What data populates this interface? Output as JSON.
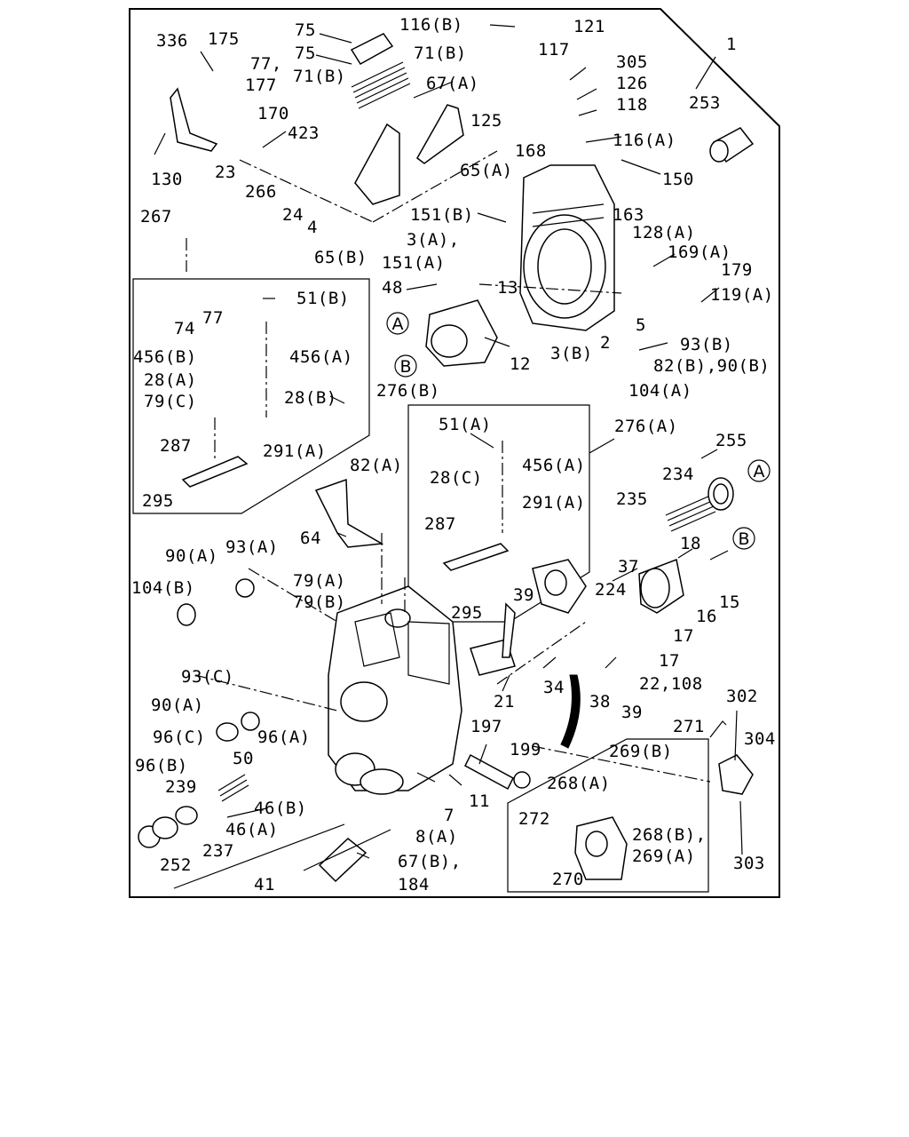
{
  "diagram": {
    "labels": {
      "l1": "1",
      "l336": "336",
      "l175": "175",
      "l177a": "177",
      "l77a": "77,",
      "l75a": "75",
      "l75b": "75",
      "l71ba": "71(B)",
      "l71bb": "71(B)",
      "l67a": "67(A)",
      "l116b": "116(B)",
      "l121": "121",
      "l117": "117",
      "l305": "305",
      "l126": "126",
      "l118": "118",
      "l125": "125",
      "l253": "253",
      "l170": "170",
      "l423": "423",
      "l130": "130",
      "l23": "23",
      "l266": "266",
      "l267": "267",
      "l24": "24",
      "l4": "4",
      "l65a": "65(A)",
      "l65b": "65(B)",
      "l168": "168",
      "l116a": "116(A)",
      "l150": "150",
      "l151b": "151(B)",
      "l3a": "3(A),",
      "l151a": "151(A)",
      "l163": "163",
      "l128a": "128(A)",
      "l169a": "169(A)",
      "l179": "179",
      "l119a": "119(A)",
      "l48": "48",
      "l13": "13",
      "l5": "5",
      "l2": "2",
      "l93b": "93(B)",
      "l82b90b": "82(B),90(B)",
      "l104a": "104(A)",
      "l3b": "3(B)",
      "l12": "12",
      "l51b": "51(B)",
      "l77b": "77",
      "l74": "74",
      "l456b": "456(B)",
      "l456a1": "456(A)",
      "l28a": "28(A)",
      "l79c": "79(C)",
      "l28b": "28(B)",
      "l276b": "276(B)",
      "l287a": "287",
      "l291a1": "291(A)",
      "l295a": "295",
      "l51a": "51(A)",
      "l276a": "276(A)",
      "l255": "255",
      "l456a2": "456(A)",
      "l28c": "28(C)",
      "l291a2": "291(A)",
      "l287b": "287",
      "l295b": "295",
      "l234": "234",
      "l235": "235",
      "l82a": "82(A)",
      "l64": "64",
      "l90a1": "90(A)",
      "l93a": "93(A)",
      "l104b": "104(B)",
      "l79a": "79(A)",
      "l79b": "79(B)",
      "l18": "18",
      "l37": "37",
      "l15": "15",
      "l39a": "39",
      "l224": "224",
      "l16": "16",
      "l17a": "17",
      "l17b": "17",
      "l22108": "22,108",
      "l93c": "93(C)",
      "l90a2": "90(A)",
      "l34": "34",
      "l21": "21",
      "l38": "38",
      "l39b": "39",
      "l96c": "96(C)",
      "l96a": "96(A)",
      "l50": "50",
      "l197": "197",
      "l199": "199",
      "l302": "302",
      "l271": "271",
      "l304": "304",
      "l269b": "269(B)",
      "l96b": "96(B)",
      "l239": "239",
      "l46b": "46(B)",
      "l46a": "46(A)",
      "l7": "7",
      "l11": "11",
      "l268a": "268(A)",
      "l8a": "8(A)",
      "l272": "272",
      "l268b": "268(B),",
      "l269a": "269(A)",
      "l252": "252",
      "l237": "237",
      "l67b": "67(B),",
      "l184": "184",
      "l41": "41",
      "l270": "270",
      "l303": "303"
    },
    "callouts": {
      "a1": "A",
      "b1": "B",
      "a2": "A",
      "b2": "B"
    }
  }
}
